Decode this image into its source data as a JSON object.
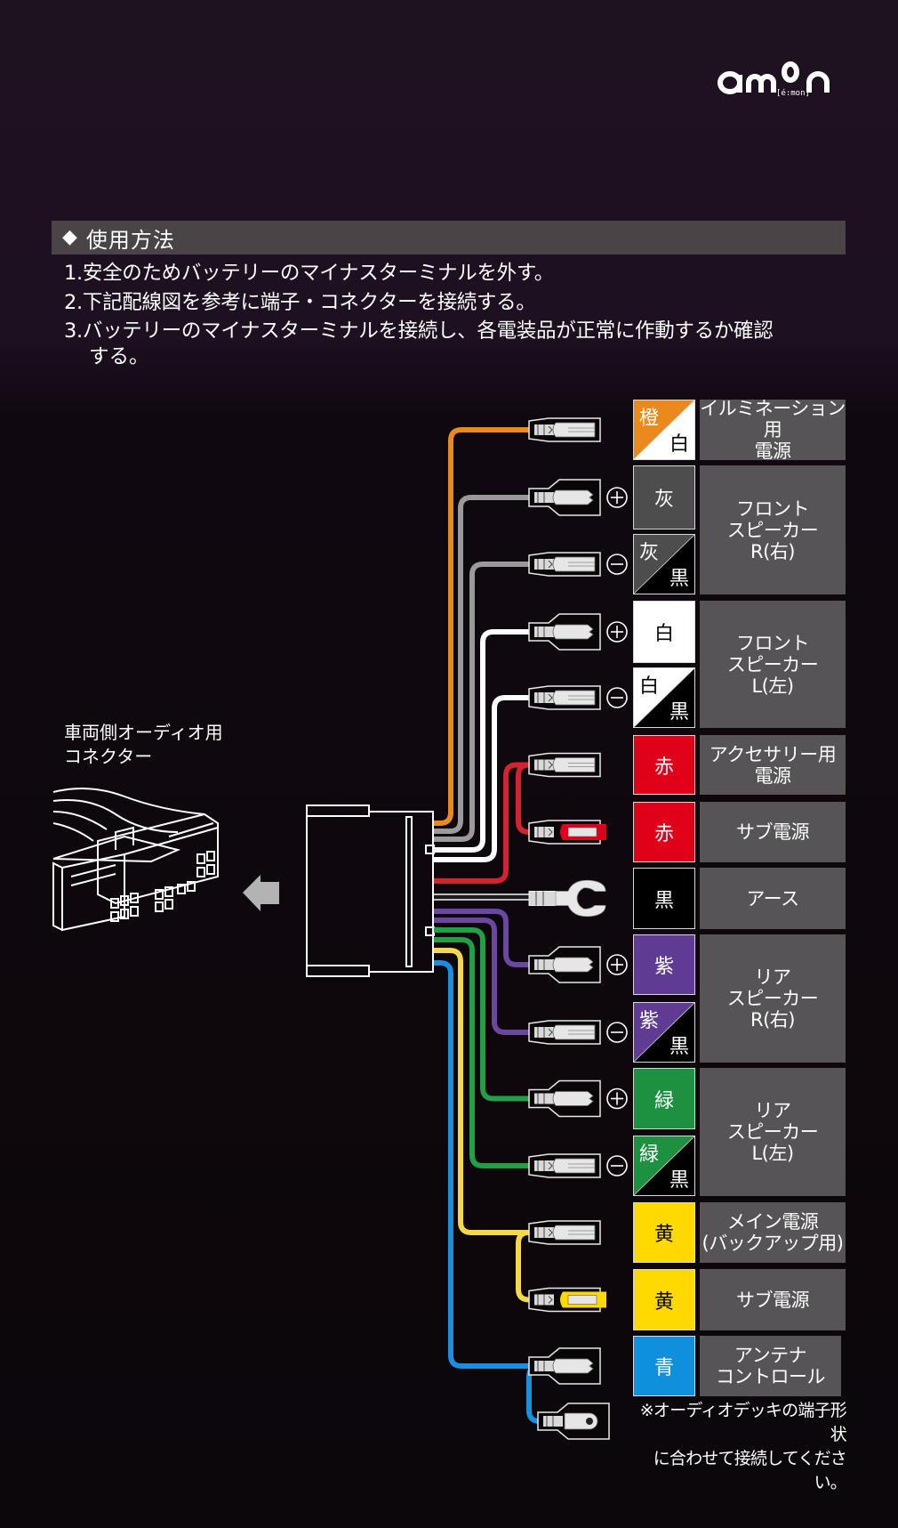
{
  "brand": {
    "logo_text": "amon",
    "logo_subtext": "[é:mon]"
  },
  "howto": {
    "icon": "diamond-icon",
    "title": "使用方法",
    "steps": [
      "1.安全のためバッテリーのマイナスターミナルを外す。",
      "2.下記配線図を参考に端子・コネクターを接続する。",
      "3.バッテリーのマイナスターミナルを接続し、各電装品が正常に作動するか確認"
    ],
    "step3_continuation": "する。"
  },
  "vehicle_connector": {
    "label": "車両側オーディオ用\nコネクター",
    "arrow_icon": "arrow-left-icon"
  },
  "wires": [
    {
      "id": "orange-white",
      "color_label": "橙",
      "stripe_label": "白",
      "base_color": "#ea8a1e",
      "stripe_color": "#ffffff",
      "label_color": "#ffffff",
      "stripe_text_color": "#000000",
      "terminal": "female-spade",
      "polarity": ""
    },
    {
      "id": "gray",
      "color_label": "灰",
      "stripe_label": "",
      "base_color": "#4e4d4e",
      "stripe_color": "",
      "label_color": "#ffffff",
      "wire_color": "#9a9a9a",
      "terminal": "male-spade",
      "polarity": "+"
    },
    {
      "id": "gray-black",
      "color_label": "灰",
      "stripe_label": "黒",
      "base_color": "#4e4d4e",
      "stripe_color": "#000000",
      "label_color": "#ffffff",
      "stripe_text_color": "#ffffff",
      "wire_color": "#9a9a9a",
      "terminal": "female-spade",
      "polarity": "−"
    },
    {
      "id": "white",
      "color_label": "白",
      "stripe_label": "",
      "base_color": "#ffffff",
      "stripe_color": "",
      "label_color": "#000000",
      "wire_color": "#ffffff",
      "terminal": "male-spade",
      "polarity": "+"
    },
    {
      "id": "white-black",
      "color_label": "白",
      "stripe_label": "黒",
      "base_color": "#ffffff",
      "stripe_color": "#000000",
      "label_color": "#000000",
      "stripe_text_color": "#ffffff",
      "wire_color": "#ffffff",
      "terminal": "female-spade",
      "polarity": "−"
    },
    {
      "id": "red-acc",
      "color_label": "赤",
      "stripe_label": "",
      "base_color": "#e0001a",
      "stripe_color": "",
      "label_color": "#ffffff",
      "wire_color": "#d2232e",
      "terminal": "female-spade",
      "polarity": ""
    },
    {
      "id": "red-sub",
      "color_label": "赤",
      "stripe_label": "",
      "base_color": "#e0001a",
      "stripe_color": "",
      "label_color": "#ffffff",
      "wire_color": "#d2232e",
      "terminal": "insulated-bullet",
      "polarity": ""
    },
    {
      "id": "black",
      "color_label": "黒",
      "stripe_label": "",
      "base_color": "#000000",
      "stripe_color": "",
      "label_color": "#ffffff",
      "wire_color": "#1a1a1a",
      "terminal": "fork",
      "polarity": ""
    },
    {
      "id": "purple",
      "color_label": "紫",
      "stripe_label": "",
      "base_color": "#603b94",
      "stripe_color": "",
      "label_color": "#ffffff",
      "wire_color": "#6a47a0",
      "terminal": "male-spade",
      "polarity": "+"
    },
    {
      "id": "purple-black",
      "color_label": "紫",
      "stripe_label": "黒",
      "base_color": "#603b94",
      "stripe_color": "#000000",
      "label_color": "#ffffff",
      "stripe_text_color": "#ffffff",
      "wire_color": "#6a47a0",
      "terminal": "female-spade",
      "polarity": "−"
    },
    {
      "id": "green",
      "color_label": "緑",
      "stripe_label": "",
      "base_color": "#1e9140",
      "stripe_color": "",
      "label_color": "#ffffff",
      "wire_color": "#23a046",
      "terminal": "male-spade",
      "polarity": "+"
    },
    {
      "id": "green-black",
      "color_label": "緑",
      "stripe_label": "黒",
      "base_color": "#1e9140",
      "stripe_color": "#000000",
      "label_color": "#ffffff",
      "stripe_text_color": "#ffffff",
      "wire_color": "#23a046",
      "terminal": "female-spade",
      "polarity": "−"
    },
    {
      "id": "yellow-main",
      "color_label": "黄",
      "stripe_label": "",
      "base_color": "#ffd900",
      "stripe_color": "",
      "label_color": "#000000",
      "wire_color": "#f5d84a",
      "terminal": "female-spade",
      "polarity": ""
    },
    {
      "id": "yellow-sub",
      "color_label": "黄",
      "stripe_label": "",
      "base_color": "#ffd900",
      "stripe_color": "",
      "label_color": "#000000",
      "wire_color": "#f5d84a",
      "terminal": "insulated-bullet",
      "polarity": ""
    },
    {
      "id": "blue",
      "color_label": "青",
      "stripe_label": "",
      "base_color": "#0f8fdc",
      "stripe_color": "",
      "label_color": "#ffffff",
      "wire_color": "#1a8fe0",
      "terminal": "male-spade+ring",
      "polarity": ""
    }
  ],
  "functions": [
    {
      "label": "イルミネーション用\n電源",
      "rows": [
        0
      ]
    },
    {
      "label": "フロント\nスピーカー\nR(右)",
      "rows": [
        1,
        2
      ]
    },
    {
      "label": "フロント\nスピーカー\nL(左)",
      "rows": [
        3,
        4
      ]
    },
    {
      "label": "アクセサリー用\n電源",
      "rows": [
        5
      ]
    },
    {
      "label": "サブ電源",
      "rows": [
        6
      ]
    },
    {
      "label": "アース",
      "rows": [
        7
      ]
    },
    {
      "label": "リア\nスピーカー\nR(右)",
      "rows": [
        8,
        9
      ]
    },
    {
      "label": "リア\nスピーカー\nL(左)",
      "rows": [
        10,
        11
      ]
    },
    {
      "label": "メイン電源\n(バックアップ用)",
      "rows": [
        12
      ]
    },
    {
      "label": "サブ電源",
      "rows": [
        13
      ]
    },
    {
      "label": "アンテナ\nコントロール",
      "rows": [
        14
      ]
    }
  ],
  "note": "※オーディオデッキの端子形状\nに合わせて接続してください。"
}
